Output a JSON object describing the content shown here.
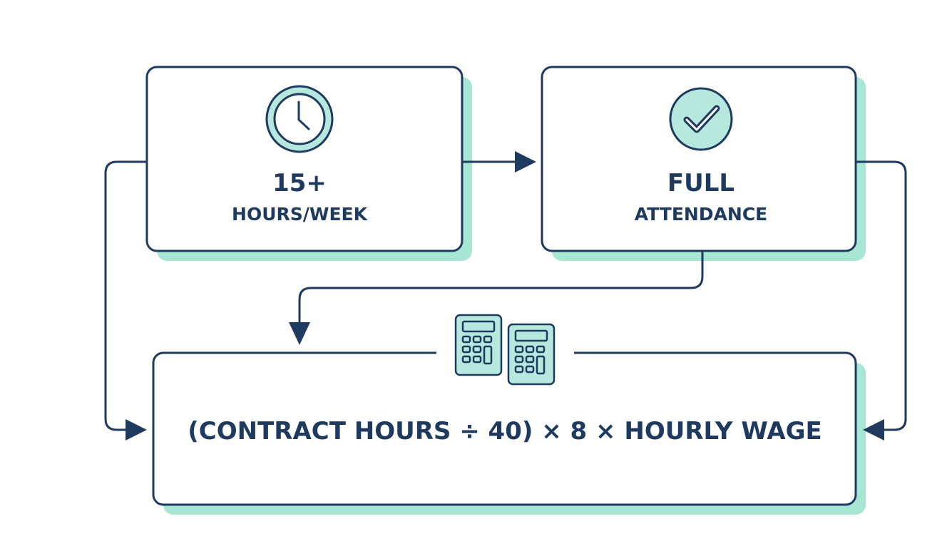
{
  "colors": {
    "navy": "#1e3a5f",
    "mint": "#a8e6d4",
    "icon_fill": "#b6e8dd"
  },
  "box_hours": {
    "value": "15+",
    "label": "HOURS/WEEK",
    "icon": "clock-icon"
  },
  "box_attendance": {
    "value": "FULL",
    "label": "ATTENDANCE",
    "icon": "checkmark-icon"
  },
  "box_formula": {
    "text": "(CONTRACT HOURS ÷ 40) × 8 × HOURLY WAGE",
    "icon": "calculator-icon"
  }
}
